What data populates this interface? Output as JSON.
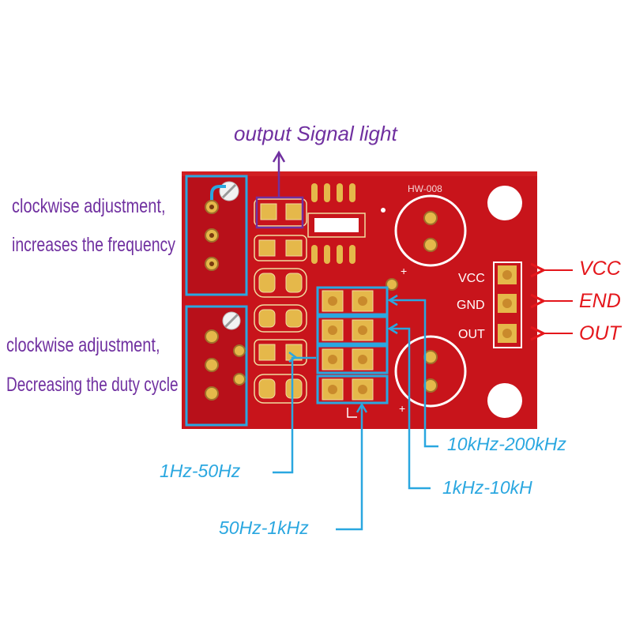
{
  "board": {
    "label": "HW-008",
    "color": "#c8141b",
    "pad_color": "#e5b84a",
    "pin_labels": [
      "VCC",
      "GND",
      "OUT"
    ],
    "plus_marks": [
      "+",
      "+"
    ]
  },
  "annotations": {
    "signal_light": "output Signal light",
    "freq_knob": [
      "clockwise adjustment,",
      "increases the frequency"
    ],
    "duty_knob": [
      "clockwise adjustment,",
      "Decreasing the duty cycle"
    ],
    "pins": [
      "VCC",
      "END",
      "OUT"
    ],
    "ranges": {
      "r10k_200k": "10kHz-200kHz",
      "r1k_10k": "1kHz-10kH",
      "r1_50": "1Hz-50Hz",
      "r50_1k": "50Hz-1kHz"
    }
  },
  "colors": {
    "annotation_purple": "#7030a0",
    "annotation_blue": "#2aa7e0",
    "annotation_red": "#e4161b"
  }
}
